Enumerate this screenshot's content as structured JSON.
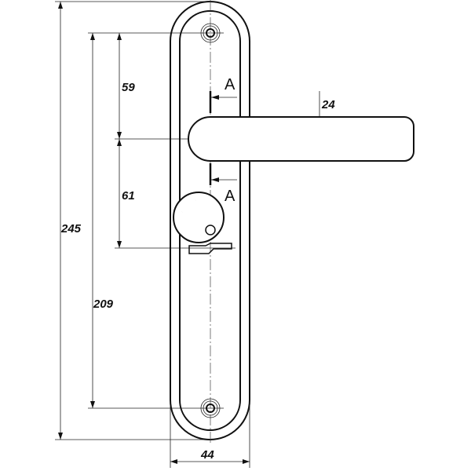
{
  "drawing": {
    "dimensions": {
      "total_height": "245",
      "screw_spacing": "209",
      "top_to_handle": "59",
      "handle_to_lock": "61",
      "plate_width": "44",
      "handle_height": "24"
    },
    "section_labels": {
      "top": "A",
      "bottom": "A"
    }
  }
}
